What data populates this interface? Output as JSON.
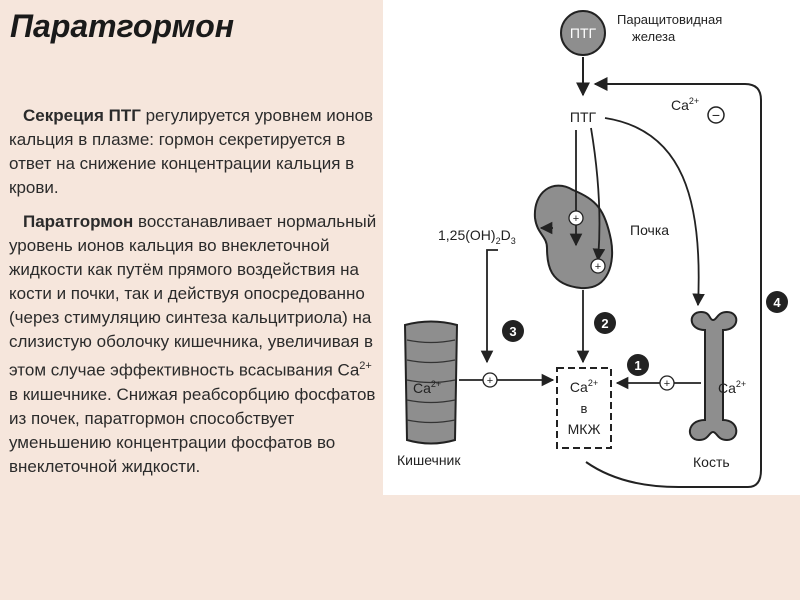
{
  "title": "Паратгормон",
  "paragraphs": {
    "p1_lead": "Секреция ПТГ",
    "p1_text": " регулируется уровнем ионов кальция в плазме: гормон секретируется в ответ на снижение концентрации кальция в крови.",
    "p2_lead": "Паратгормон",
    "p2_text_a": " восстанавливает нормальный уровень ионов кальция во внеклеточной жидкости как путём прямого воздействия на кости и почки, так и действуя опосредованно (через стимуляцию синтеза кальцитриола) на слизистую оболочку кишечника, увеличивая в этом случае эффективность всасывания Ca",
    "p2_sup": "2+",
    "p2_text_b": " в кишечнике. Снижая реабсорбцию фосфатов из почек, паратгормон способствует уменьшению концентрации фосфатов во внеклеточной жидкости."
  },
  "diagram": {
    "ptg_circle": "ПТГ",
    "gland_line1": "Паращитовидная",
    "gland_line2": "железа",
    "ptg_label": "ПТГ",
    "ca": "Ca",
    "ca_sup": "2+",
    "minus": "−",
    "plus": "+",
    "kidney": "Почка",
    "calcitriol_a": "1,25(OH)",
    "calcitriol_sub1": "2",
    "calcitriol_b": "D",
    "calcitriol_sub2": "3",
    "ecf_line2": "в",
    "ecf_line3": "МКЖ",
    "intestine": "Кишечник",
    "bone": "Кость",
    "num1": "1",
    "num2": "2",
    "num3": "3",
    "num4": "4"
  }
}
